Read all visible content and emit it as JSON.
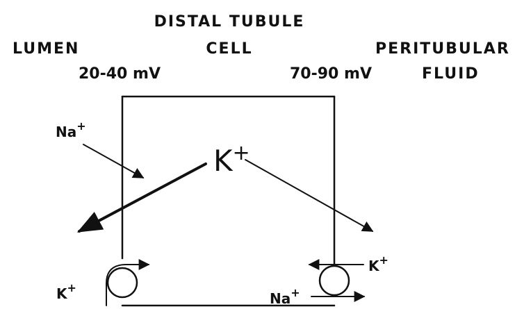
{
  "title": "DISTAL TUBULE",
  "regions": {
    "lumen": "LUMEN",
    "cell": "CELL",
    "peritubular_line1": "PERITUBULAR",
    "peritubular_line2": "FLUID"
  },
  "potentials": {
    "luminal": "20-40 mV",
    "peritubular": "70-90 mV"
  },
  "ions": {
    "na_lumen": {
      "base": "Na",
      "charge": "+"
    },
    "k_cell": {
      "base": "K",
      "charge": "+"
    },
    "k_pump_right": {
      "base": "K",
      "charge": "+"
    },
    "na_pump_right": {
      "base": "Na",
      "charge": "+"
    },
    "k_bottom_left": {
      "base": "K",
      "charge": "+"
    }
  }
}
